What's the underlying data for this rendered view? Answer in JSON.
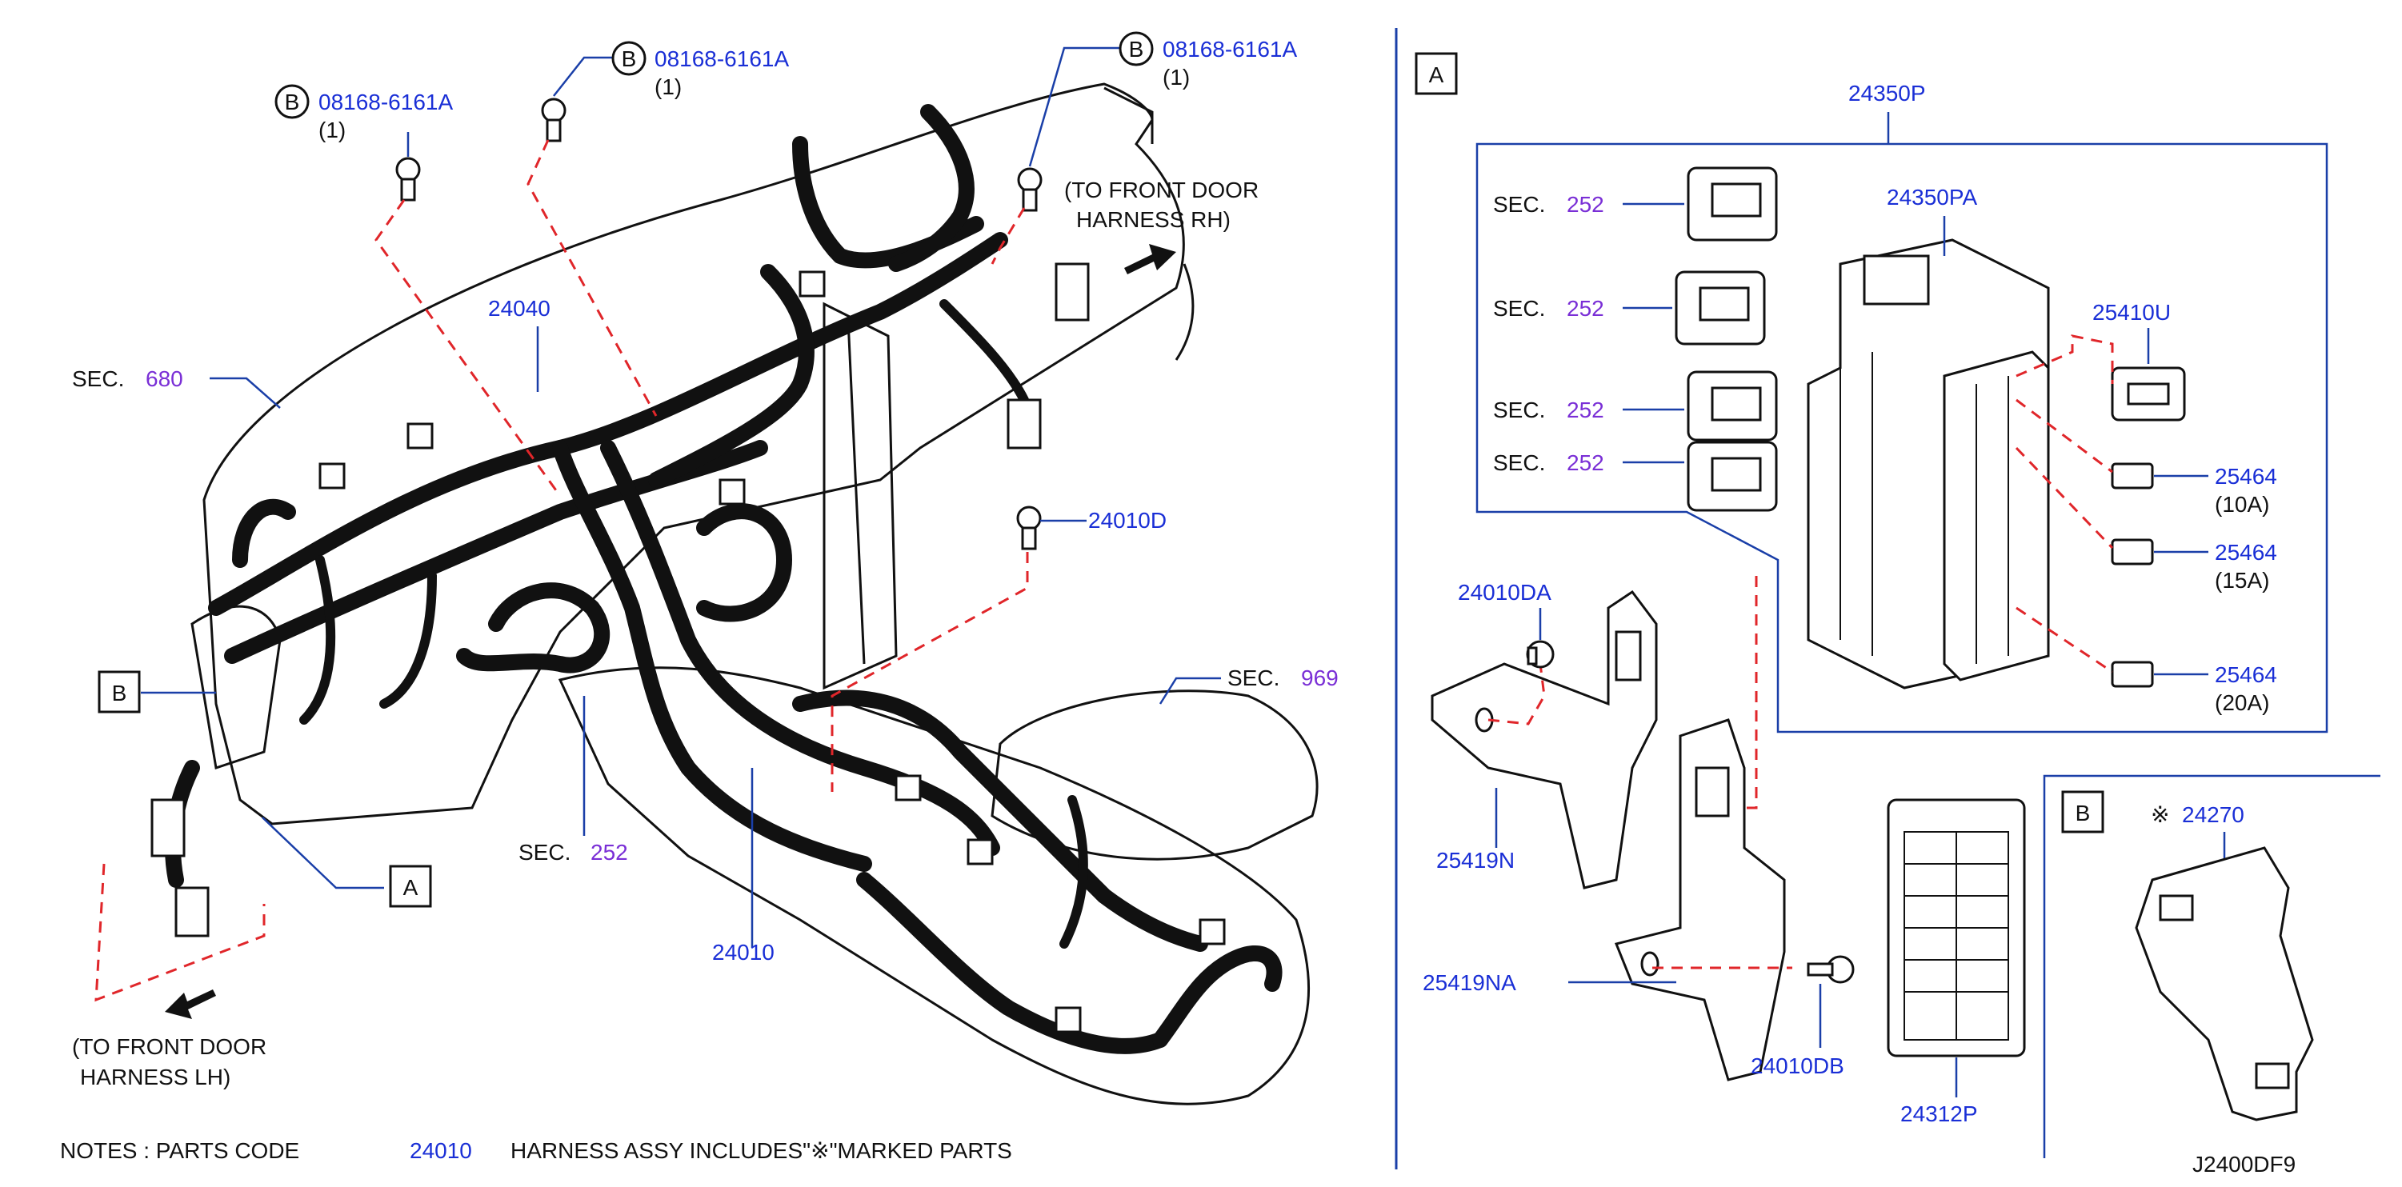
{
  "diagram_id": "J2400DF9",
  "bolt_callouts": [
    {
      "symbol": "B",
      "part": "08168-6161A",
      "qty": "(1)"
    },
    {
      "symbol": "B",
      "part": "08168-6161A",
      "qty": "(1)"
    },
    {
      "symbol": "B",
      "part": "08168-6161A",
      "qty": "(1)"
    }
  ],
  "front_door_rh": {
    "line1": "(TO  FRONT  DOOR",
    "line2": "HARNESS  RH)"
  },
  "front_door_lh": {
    "line1": "(TO  FRONT  DOOR",
    "line2": "HARNESS  LH)"
  },
  "sec_prefix": "SEC.",
  "sec_680": "680",
  "sec_969": "969",
  "sec_252_main": "252",
  "part_24040": "24040",
  "part_24010": "24010",
  "part_24010D": "24010D",
  "view_label_A": "A",
  "view_label_B": "B",
  "notes": {
    "prefix": "NOTES  :  PARTS  CODE",
    "code": "24010",
    "text": "HARNESS  ASSY  INCLUDES\"※\"MARKED  PARTS"
  },
  "panel_A": {
    "title": "A",
    "assembly": "24350P",
    "block": "24350PA",
    "relay_secs": [
      "252",
      "252",
      "252",
      "252"
    ],
    "fuse_holder": "25410U",
    "fuses": [
      {
        "part": "25464",
        "rating": "(10A)"
      },
      {
        "part": "25464",
        "rating": "(15A)"
      },
      {
        "part": "25464",
        "rating": "(20A)"
      }
    ],
    "bolt_DA": "24010DA",
    "bracket_N": "25419N",
    "bracket_NA": "25419NA",
    "bolt_DB": "24010DB",
    "label_card": "24312P"
  },
  "panel_B": {
    "title": "B",
    "mark": "※",
    "part": "24270"
  },
  "colors": {
    "part_number": "#1a2fd6",
    "section_number": "#7a2fd6",
    "lead_line": "#1a3fa8",
    "dashed_line": "#e0262a"
  }
}
